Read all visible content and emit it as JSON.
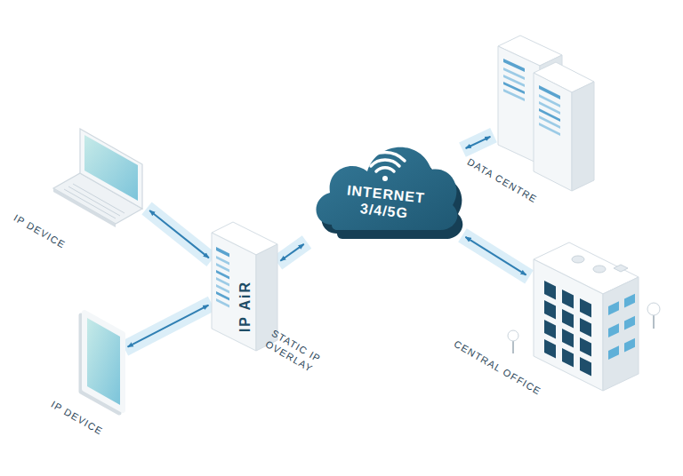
{
  "diagram": {
    "nodes": [
      {
        "text": [
          "IP DEVICE"
        ]
      },
      {
        "text": [
          "IP DEVICE"
        ]
      },
      {
        "text": [
          "IP AiR",
          "STATIC IP OVERLAY"
        ]
      },
      {
        "text": [
          "INTERNET 3/4/5G"
        ]
      },
      {
        "text": [
          "DATA CENTRE"
        ]
      },
      {
        "text": [
          "CENTRAL OFFICE"
        ]
      }
    ],
    "edges": [
      {
        "from": 0,
        "to": 2,
        "arrow": "both"
      },
      {
        "from": 1,
        "to": 2,
        "arrow": "both"
      },
      {
        "from": 2,
        "to": 3,
        "arrow": "both"
      },
      {
        "from": 3,
        "to": 4,
        "arrow": "both"
      },
      {
        "from": 3,
        "to": 5,
        "arrow": "both"
      }
    ]
  }
}
